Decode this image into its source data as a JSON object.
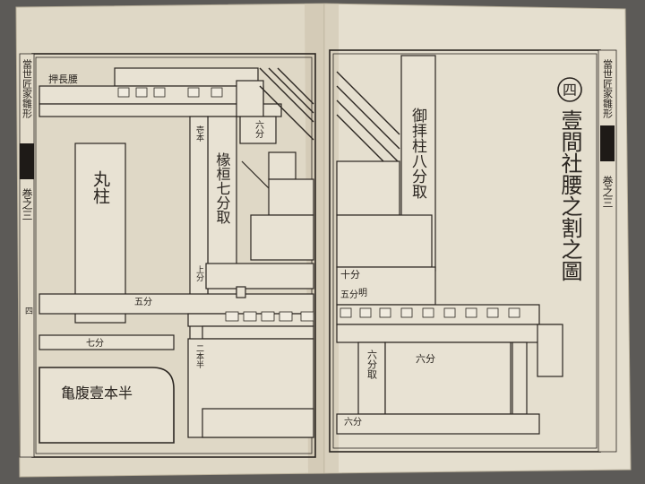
{
  "left_page": {
    "margin_title": "當世匠家雛形",
    "volume": "巻之三",
    "diagram_labels": {
      "maru_bashira": "丸柱",
      "en_taruki": "椽桓七分取",
      "oshi_naga": "押長腰",
      "roku_bu": "六分",
      "go_bu": "五分",
      "nana_bu": "七分",
      "ichi_hon": "壱本",
      "ni_hon": "二本半",
      "jo_bu": "上分",
      "kame_label": "亀腹壹本半",
      "side_mark": "四"
    }
  },
  "right_page": {
    "margin_title": "當世匠家雛形",
    "volume": "巻之三",
    "plate_number": "四",
    "plate_title": "壹間社腰之割之圖",
    "diagram_labels": {
      "gohai": "御拝柱八分取",
      "juu_bu": "十分",
      "mei": "明",
      "go_bu": "五分",
      "roku_bu": "六分",
      "roku_bu_tori": "六分取",
      "roku_bu_low": "六分"
    }
  },
  "colors": {
    "paper": "#e3dccb",
    "paper_shade": "#d6ceba",
    "ink": "#2a2520",
    "background": "#5c5a57"
  }
}
